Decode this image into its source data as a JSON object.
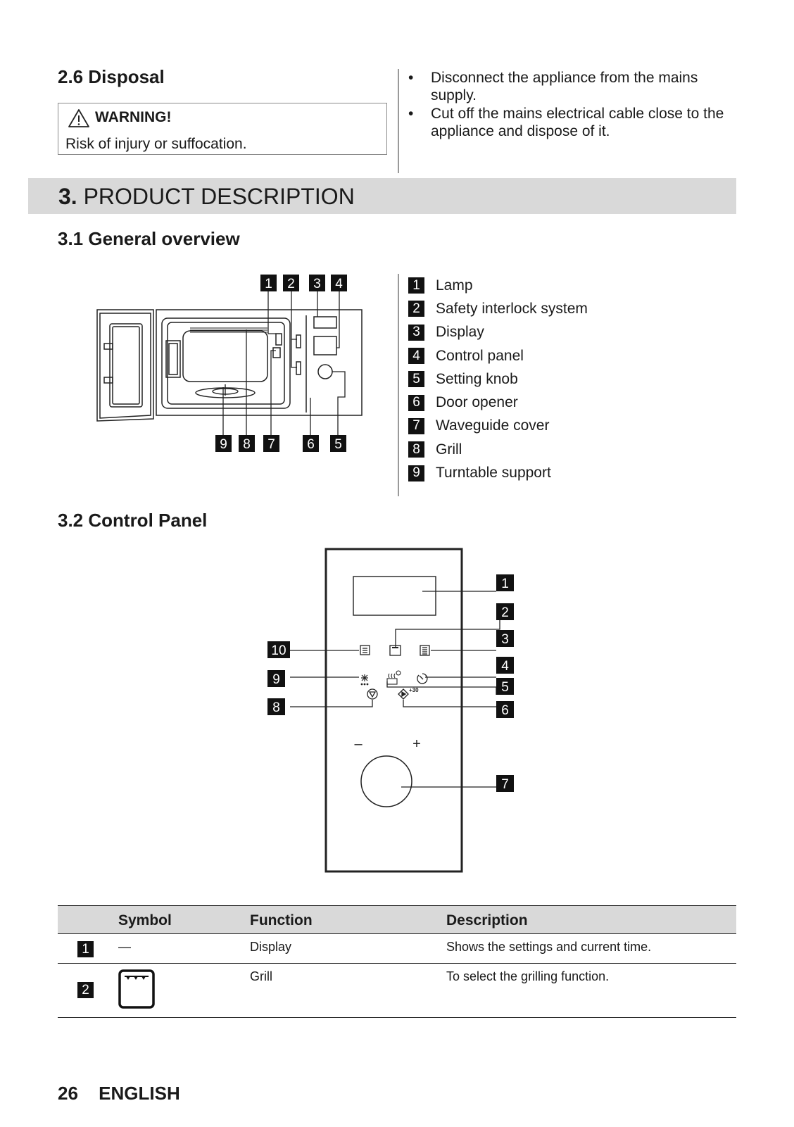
{
  "disposal": {
    "heading": "2.6 Disposal",
    "warning_title": "WARNING!",
    "warning_text": "Risk of injury or suffocation.",
    "bullets": [
      "Disconnect the appliance from the mains supply.",
      "Cut off the mains electrical cable close to the appliance and dispose of it."
    ],
    "bullet_glyph": "•"
  },
  "section": {
    "number": "3.",
    "title": "PRODUCT DESCRIPTION"
  },
  "overview": {
    "heading": "3.1 General overview",
    "items": [
      {
        "num": "1",
        "label": "Lamp"
      },
      {
        "num": "2",
        "label": "Safety interlock system"
      },
      {
        "num": "3",
        "label": "Display"
      },
      {
        "num": "4",
        "label": "Control panel"
      },
      {
        "num": "5",
        "label": "Setting knob"
      },
      {
        "num": "6",
        "label": "Door opener"
      },
      {
        "num": "7",
        "label": "Waveguide cover"
      },
      {
        "num": "8",
        "label": "Grill"
      },
      {
        "num": "9",
        "label": "Turntable support"
      }
    ],
    "diagram_top_callouts": [
      "1",
      "2",
      "3",
      "4"
    ],
    "diagram_bottom_callouts": [
      "9",
      "8",
      "7",
      "6",
      "5"
    ]
  },
  "control_panel": {
    "heading": "3.2 Control Panel",
    "right_callouts": [
      "1",
      "2",
      "3",
      "4",
      "5",
      "6",
      "7"
    ],
    "left_callouts": [
      "10",
      "9",
      "8"
    ],
    "minus": "–",
    "plus": "+",
    "start_plus30": "+30"
  },
  "table": {
    "headers": {
      "symbol": "Symbol",
      "function": "Function",
      "description": "Description"
    },
    "rows": [
      {
        "num": "1",
        "symbol": "—",
        "function": "Display",
        "description": "Shows the settings and current time."
      },
      {
        "num": "2",
        "symbol": "",
        "function": "Grill",
        "description": "To select the grilling function."
      }
    ]
  },
  "footer": {
    "page": "26",
    "language": "ENGLISH"
  }
}
